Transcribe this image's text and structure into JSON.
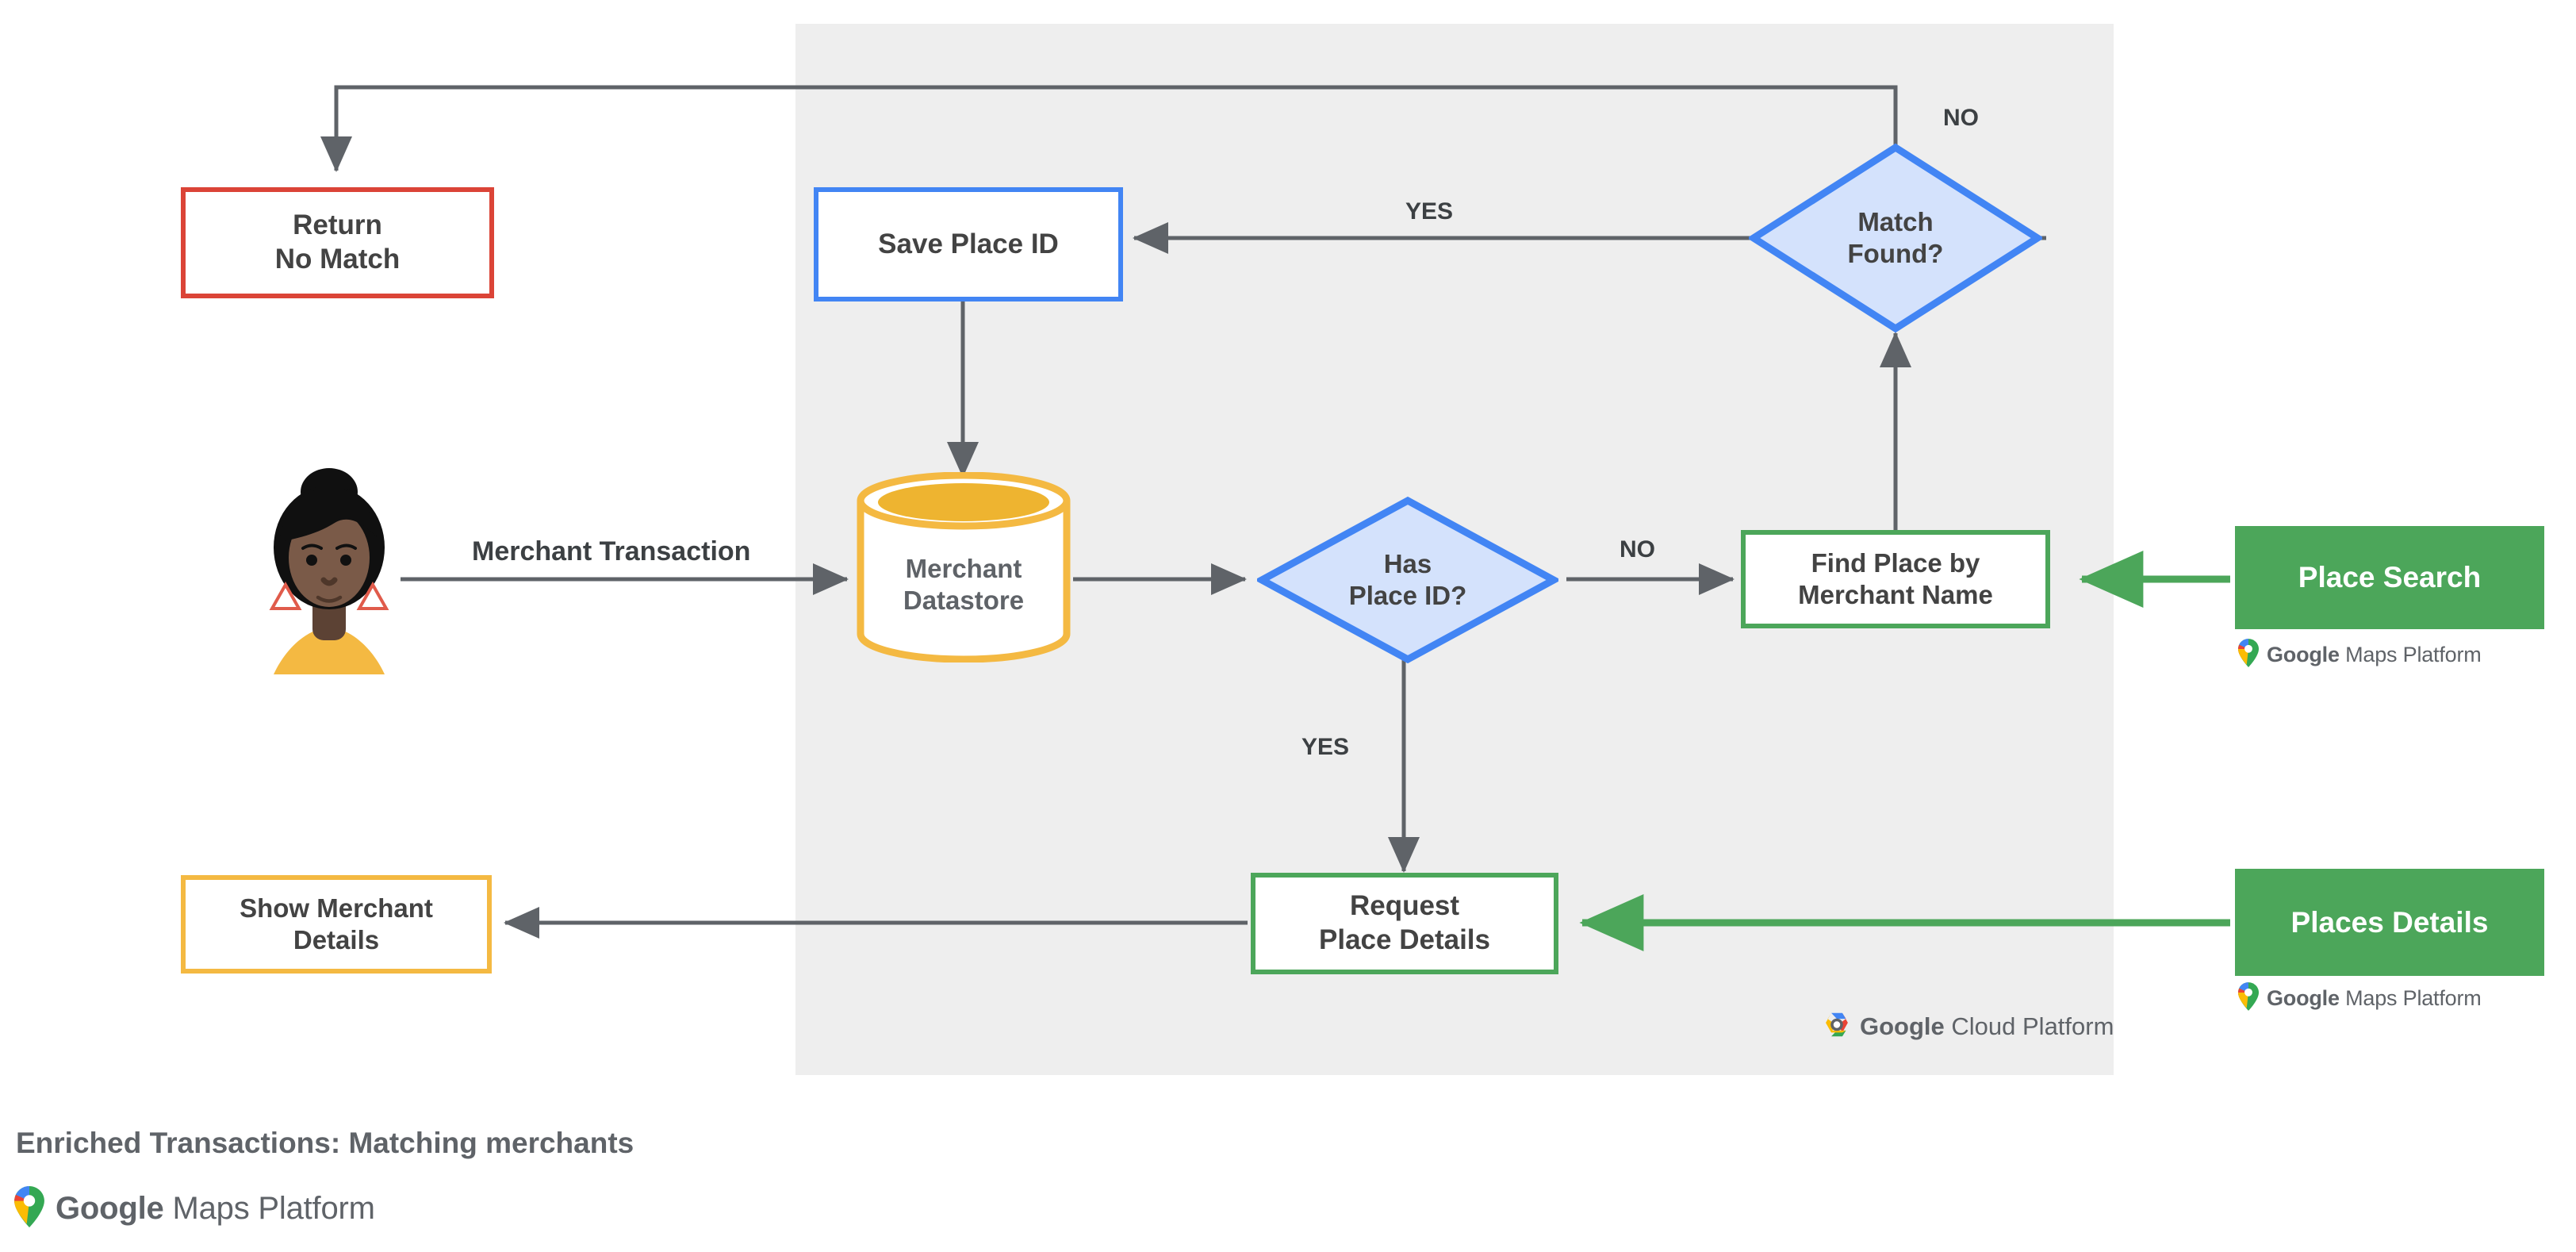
{
  "diagram": {
    "caption": "Enriched Transactions: Matching merchants",
    "panel_label": "google-cloud-platform-region",
    "actor": {
      "name": "customer-avatar"
    },
    "nodes": {
      "return_no_match": {
        "label": "Return\nNo Match",
        "color": "#db4437",
        "shape": "process"
      },
      "save_place_id": {
        "label": "Save Place ID",
        "color": "#4285f4",
        "shape": "process"
      },
      "merchant_datastore": {
        "label": "Merchant\nDatastore",
        "color": "#f4b942",
        "shape": "datastore"
      },
      "has_place_id": {
        "label": "Has\nPlace ID?",
        "color": "#4285f4",
        "shape": "decision"
      },
      "match_found": {
        "label": "Match\nFound?",
        "color": "#4285f4",
        "shape": "decision"
      },
      "find_place_by_merchant_name": {
        "label": "Find Place by\nMerchant Name",
        "color": "#4ca65a",
        "shape": "process"
      },
      "request_place_details": {
        "label": "Request\nPlace Details",
        "color": "#4ca65a",
        "shape": "process"
      },
      "show_merchant_details": {
        "label": "Show Merchant\nDetails",
        "color": "#f4b942",
        "shape": "process"
      }
    },
    "api_chips": {
      "place_search": {
        "label": "Place Search",
        "color": "#4ca65a"
      },
      "places_details": {
        "label": "Places Details",
        "color": "#4ca65a"
      }
    },
    "edge_labels": {
      "merchant_transaction": "Merchant Transaction",
      "has_place_id_no": "NO",
      "has_place_id_yes": "YES",
      "match_found_yes": "YES",
      "match_found_no": "NO"
    },
    "logos": {
      "maps_platform": {
        "brand": "Google",
        "product": " Maps Platform"
      },
      "cloud_platform": {
        "brand": "Google",
        "product": " Cloud Platform"
      }
    },
    "colors": {
      "panel_background": "#eeeeee",
      "edge_stroke": "#5f6368",
      "green_edge_stroke": "#4ca65a",
      "diamond_fill": "#d4e2fc",
      "text": "#434343"
    }
  }
}
